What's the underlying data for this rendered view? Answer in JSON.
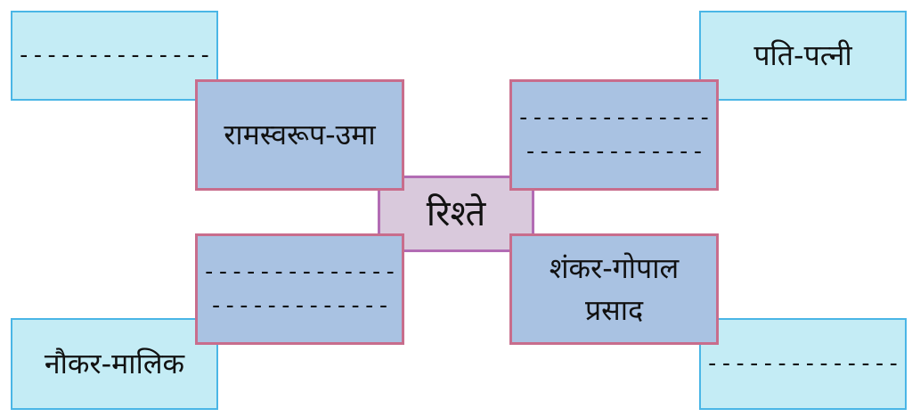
{
  "center": {
    "label": "रिश्ते"
  },
  "inner": {
    "top_left": {
      "label": "रामस्वरूप-उमा"
    },
    "top_right": {
      "line1": "--------------",
      "line2": "-------------"
    },
    "bottom_left": {
      "line1": "--------------",
      "line2": "-------------"
    },
    "bottom_right": {
      "line1": "शंकर-गोपाल",
      "line2": "प्रसाद"
    }
  },
  "outer": {
    "top_left": {
      "label": "--------------"
    },
    "top_right": {
      "label": "पति-पत्नी"
    },
    "bottom_left": {
      "label": "नौकर-मालिक"
    },
    "bottom_right": {
      "label": "--------------"
    }
  },
  "colors": {
    "outer_fill": "#c4ecf5",
    "outer_border": "#4ab6e6",
    "inner_fill": "#a9c2e2",
    "inner_border": "#c86d8c",
    "center_fill": "#d9c9dc",
    "center_border": "#b26cb4"
  }
}
